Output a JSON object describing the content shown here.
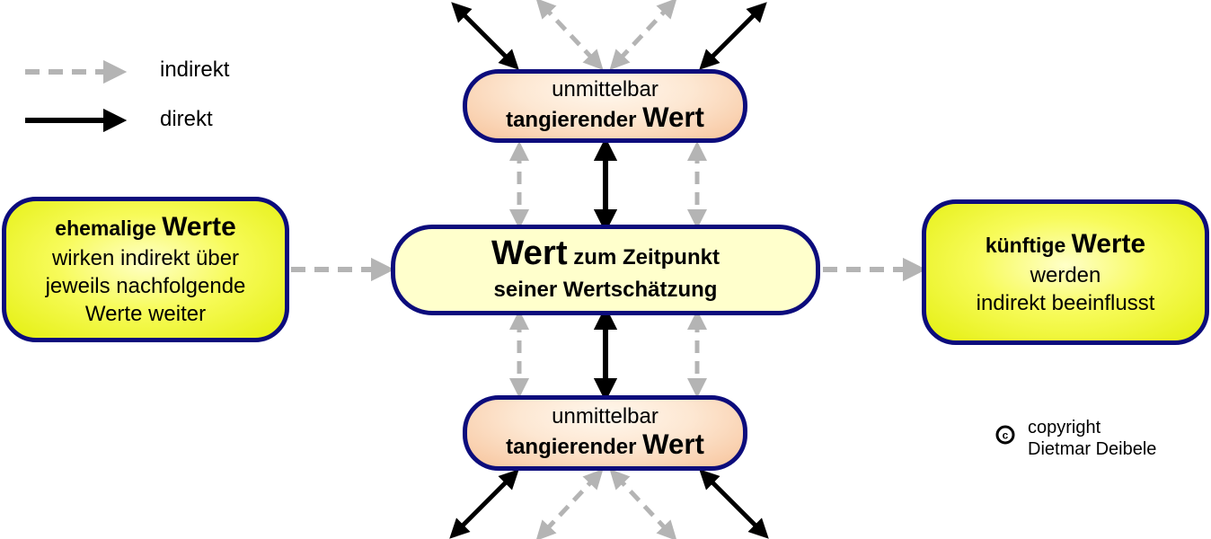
{
  "legend": {
    "indirect_label": "indirekt",
    "direct_label": "direkt"
  },
  "top_box": {
    "line1": "unmittelbar",
    "line2_a": "tangierender ",
    "line2_b": "Wert"
  },
  "bottom_box": {
    "line1": "unmittelbar",
    "line2_a": "tangierender ",
    "line2_b": "Wert"
  },
  "center_box": {
    "line1_a": "Wert",
    "line1_b": " zum Zeitpunkt",
    "line2": "seiner Wertschätzung"
  },
  "left_box": {
    "line1_a": "ehemalige ",
    "line1_b": "Werte",
    "line2": "wirken indirekt über",
    "line3": "jeweils nachfolgende",
    "line4": "Werte weiter"
  },
  "right_box": {
    "line1_a": "künftige ",
    "line1_b": "Werte",
    "line2": "werden",
    "line3": "indirekt beeinflusst"
  },
  "copyright": {
    "symbol": "©",
    "line1": "copyright",
    "line2": "Dietmar Deibele"
  },
  "colors": {
    "box_border": "#0c0c7c",
    "direct_arrow": "#000000",
    "indirect_arrow": "#b4b4b4",
    "peach_fill": "#fbd7b6",
    "center_fill": "#ffffcc",
    "yellow_fill": "#eef52a"
  }
}
